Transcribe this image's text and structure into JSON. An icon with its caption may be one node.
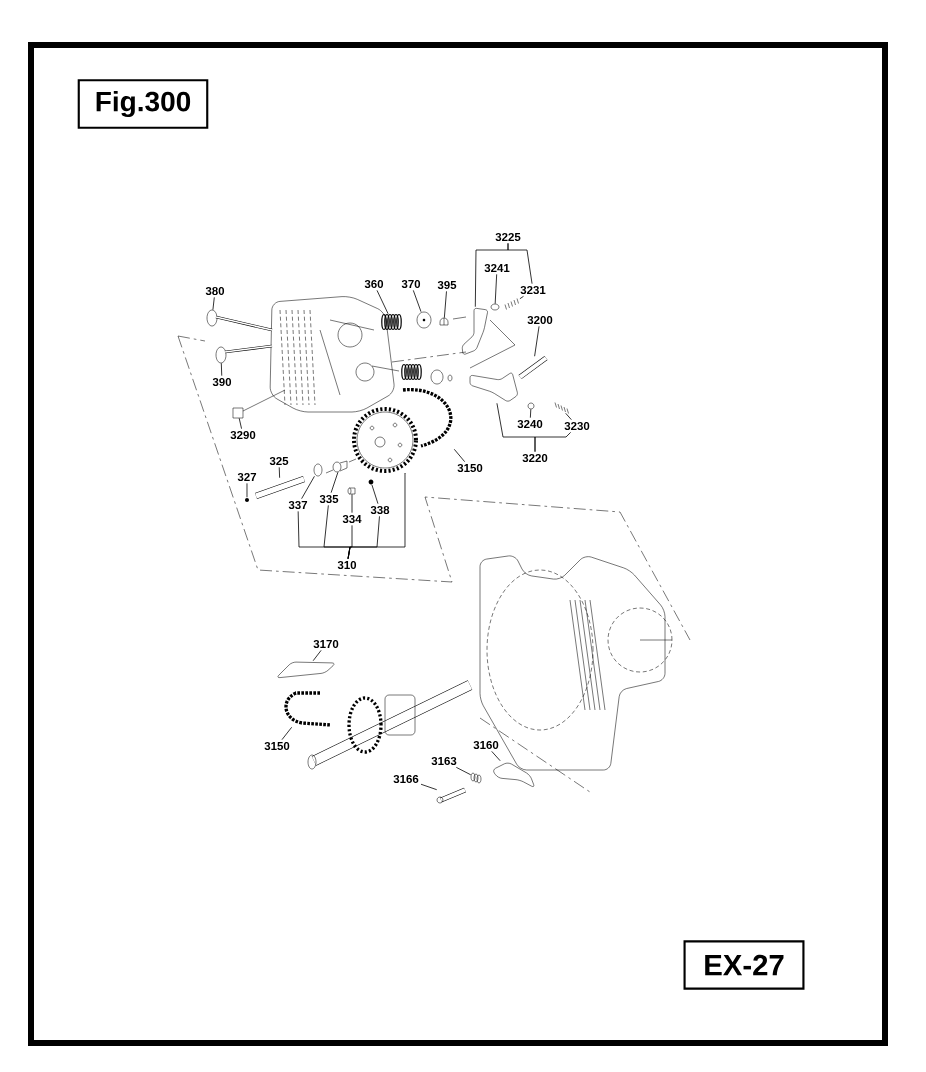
{
  "diagram": {
    "nodes": [
      {
        "text": [
          "Fig.300"
        ]
      },
      {
        "text": [
          "3225"
        ]
      },
      {
        "text": [
          "3241"
        ]
      },
      {
        "text": [
          "380"
        ]
      },
      {
        "text": [
          "360"
        ]
      },
      {
        "text": [
          "370"
        ]
      },
      {
        "text": [
          "395"
        ]
      },
      {
        "text": [
          "3231"
        ]
      },
      {
        "text": [
          "3200"
        ]
      },
      {
        "text": [
          "390"
        ]
      },
      {
        "text": [
          "3290"
        ]
      },
      {
        "text": [
          "3240"
        ]
      },
      {
        "text": [
          "3230"
        ]
      },
      {
        "text": [
          "3220"
        ]
      },
      {
        "text": [
          "3150"
        ]
      },
      {
        "text": [
          "325"
        ]
      },
      {
        "text": [
          "327"
        ]
      },
      {
        "text": [
          "335"
        ]
      },
      {
        "text": [
          "337"
        ]
      },
      {
        "text": [
          "338"
        ]
      },
      {
        "text": [
          "334"
        ]
      },
      {
        "text": [
          "310"
        ]
      },
      {
        "text": [
          "3170"
        ]
      },
      {
        "text": [
          "3150"
        ]
      },
      {
        "text": [
          "3160"
        ]
      },
      {
        "text": [
          "3163"
        ]
      },
      {
        "text": [
          "3166"
        ]
      },
      {
        "text": [
          "EX-27"
        ]
      },
      {
        "text": [],
        "shape": "picture"
      },
      {
        "text": [],
        "shape": "picture"
      },
      {
        "text": [],
        "shape": "picture"
      },
      {
        "text": [],
        "shape": "picture"
      },
      {
        "text": [],
        "shape": "picture"
      },
      {
        "text": [],
        "shape": "picture"
      },
      {
        "text": [],
        "shape": "picture"
      },
      {
        "text": [],
        "shape": "picture"
      },
      {
        "text": [],
        "shape": "picture"
      },
      {
        "text": [],
        "shape": "picture"
      },
      {
        "text": [],
        "shape": "picture"
      },
      {
        "text": [],
        "shape": "picture"
      },
      {
        "text": [],
        "shape": "picture"
      },
      {
        "text": [],
        "shape": "picture"
      },
      {
        "text": [],
        "shape": "picture"
      },
      {
        "text": [],
        "shape": "picture"
      },
      {
        "text": [],
        "shape": "picture"
      },
      {
        "text": [],
        "shape": "picture"
      },
      {
        "text": [],
        "shape": "picture"
      },
      {
        "text": [],
        "shape": "picture"
      },
      {
        "text": [],
        "shape": "picture"
      },
      {
        "text": [],
        "shape": "picture"
      },
      {
        "text": [],
        "shape": "picture"
      },
      {
        "text": [],
        "shape": "picture"
      },
      {
        "text": [],
        "shape": "picture"
      },
      {
        "text": [],
        "shape": "picture"
      }
    ],
    "edges": [
      {
        "from": 2,
        "to": 28,
        "arrow": "none"
      },
      {
        "from": 3,
        "to": 29,
        "arrow": "none"
      },
      {
        "from": 4,
        "to": 30,
        "arrow": "none"
      },
      {
        "from": 5,
        "to": 31,
        "arrow": "none"
      },
      {
        "from": 6,
        "to": 32,
        "arrow": "none"
      },
      {
        "from": 7,
        "to": 33,
        "arrow": "none"
      },
      {
        "from": 8,
        "to": 34,
        "arrow": "none"
      },
      {
        "from": 9,
        "to": 35,
        "arrow": "none"
      },
      {
        "from": 10,
        "to": 36,
        "arrow": "none"
      },
      {
        "from": 11,
        "to": 37,
        "arrow": "none"
      },
      {
        "from": 12,
        "to": 38,
        "arrow": "none"
      },
      {
        "from": 14,
        "to": 39,
        "arrow": "none"
      },
      {
        "from": 15,
        "to": 40,
        "arrow": "none"
      },
      {
        "from": 16,
        "to": 41,
        "arrow": "none"
      },
      {
        "from": 17,
        "to": 42,
        "arrow": "none"
      },
      {
        "from": 18,
        "to": 43,
        "arrow": "none"
      },
      {
        "from": 19,
        "to": 44,
        "arrow": "none"
      },
      {
        "from": 20,
        "to": 45,
        "arrow": "none"
      },
      {
        "from": 22,
        "to": 46,
        "arrow": "none"
      },
      {
        "from": 23,
        "to": 47,
        "arrow": "none"
      },
      {
        "from": 24,
        "to": 48,
        "arrow": "none"
      },
      {
        "from": 25,
        "to": 49,
        "arrow": "none"
      },
      {
        "from": 26,
        "to": 50,
        "arrow": "none"
      },
      {
        "from": 1,
        "to": 51,
        "arrow": "none"
      },
      {
        "from": 1,
        "to": 7,
        "arrow": "none"
      },
      {
        "from": 13,
        "to": 52,
        "arrow": "none"
      },
      {
        "from": 13,
        "to": 12,
        "arrow": "none"
      },
      {
        "from": 21,
        "to": 18,
        "arrow": "none"
      },
      {
        "from": 21,
        "to": 17,
        "arrow": "none"
      },
      {
        "from": 21,
        "to": 20,
        "arrow": "none"
      },
      {
        "from": 21,
        "to": 19,
        "arrow": "none"
      },
      {
        "from": 21,
        "to": 53,
        "arrow": "none"
      }
    ]
  }
}
